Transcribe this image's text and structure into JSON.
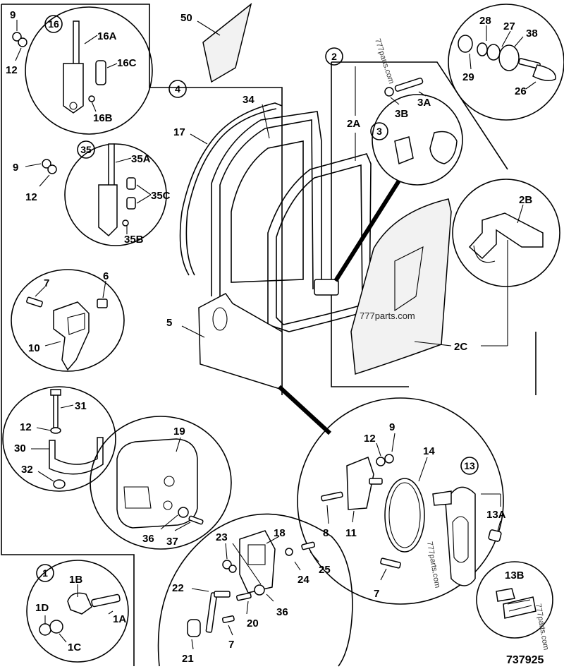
{
  "diagram": {
    "reference_number": "737925",
    "watermarks": [
      "777parts.com",
      "777parts.com",
      "777parts.com",
      "777parts.com"
    ],
    "callouts": {
      "c16": "16",
      "c35": "35",
      "c4": "4",
      "c2": "2",
      "c3": "3",
      "c13": "13",
      "c1": "1"
    },
    "labels": {
      "l9a": "9",
      "l12a": "12",
      "l16A": "16A",
      "l16C": "16C",
      "l16B": "16B",
      "l9b": "9",
      "l12b": "12",
      "l35A": "35A",
      "l35C": "35C",
      "l35B": "35B",
      "l7a": "7",
      "l6": "6",
      "l10": "10",
      "l31": "31",
      "l12c": "12",
      "l30": "30",
      "l32": "32",
      "l19": "19",
      "l36a": "36",
      "l37": "37",
      "l50": "50",
      "l34": "34",
      "l17": "17",
      "l5": "5",
      "l2A": "2A",
      "l3A": "3A",
      "l3B": "3B",
      "l28": "28",
      "l27": "27",
      "l38": "38",
      "l29": "29",
      "l26": "26",
      "l2B": "2B",
      "l2C": "2C",
      "l12d": "12",
      "l9c": "9",
      "l14": "14",
      "l8": "8",
      "l11": "11",
      "l13A": "13A",
      "l7b": "7",
      "l13B": "13B",
      "l18": "18",
      "l23": "23",
      "l22": "22",
      "l36b": "36",
      "l24": "24",
      "l25": "25",
      "l20": "20",
      "l7c": "7",
      "l21": "21",
      "l1B": "1B",
      "l1D": "1D",
      "l1A": "1A",
      "l1C": "1C"
    }
  }
}
